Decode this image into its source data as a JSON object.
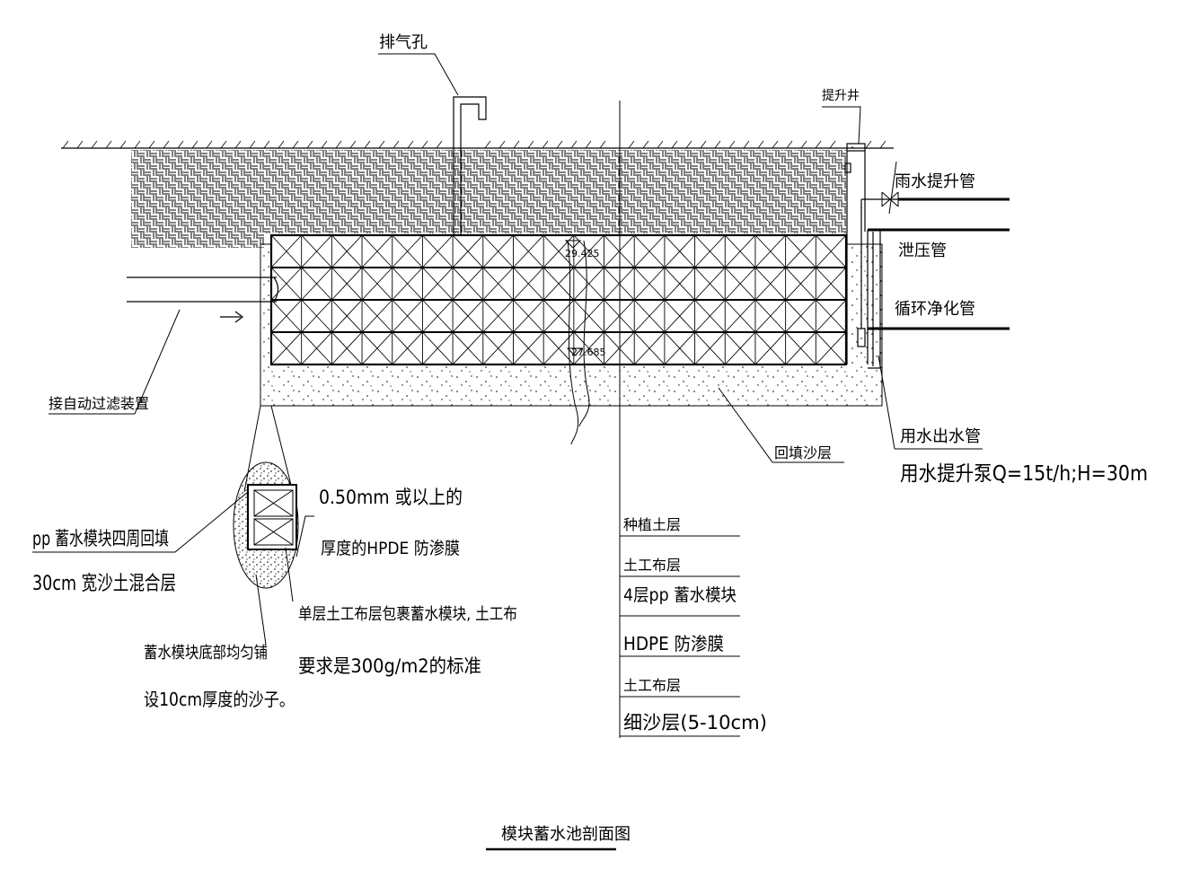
{
  "labels": {
    "vent_hole": "排气孔",
    "lift_well": "提升井",
    "rain_lift_pipe": "雨水提升管",
    "pressure_relief_pipe": "泄压管",
    "circulation_pipe": "循环净化管",
    "auto_filter": "接自动过滤装置",
    "backfill_sand": "回填沙层",
    "water_outlet_pipe": "用水出水管",
    "pump_spec": "用水提升泵Q=15t/h;H=30m",
    "elev_top": "29.425",
    "elev_bottom": "27.685"
  },
  "notes": {
    "hdpe_line1": "0.50mm 或以上的",
    "hdpe_line2": "厚度的HPDE 防渗膜",
    "backfill_line1": "pp 蓄水模块四周回填",
    "backfill_line2": "30cm 宽沙土混合层",
    "geotextile_line1": "单层土工布层包裹蓄水模块, 土工布",
    "geotextile_line2": "要求是300g/m2的标准",
    "sand_line1": "蓄水模块底部均匀铺",
    "sand_line2": "设10cm厚度的沙子。"
  },
  "layers": [
    "种植土层",
    "土工布层",
    "4层pp 蓄水模块",
    "HDPE 防渗膜",
    "土工布层",
    "细沙层(5-10cm)"
  ],
  "title": "模块蓄水池剖面图"
}
